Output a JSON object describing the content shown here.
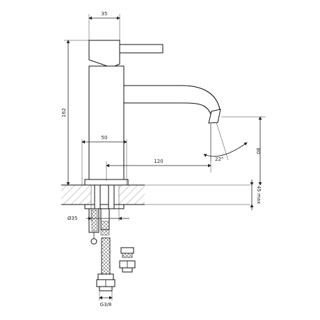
{
  "dimensions": {
    "top_width": "35",
    "height_total": "162",
    "body_width": "50",
    "spout_reach": "120",
    "spout_height": "80",
    "spout_angle": "22°",
    "deck_thickness": "45 max",
    "hole_diameter": "Ø35",
    "connection": "G3/8"
  },
  "colors": {
    "line": "#222222",
    "background": "#ffffff"
  }
}
